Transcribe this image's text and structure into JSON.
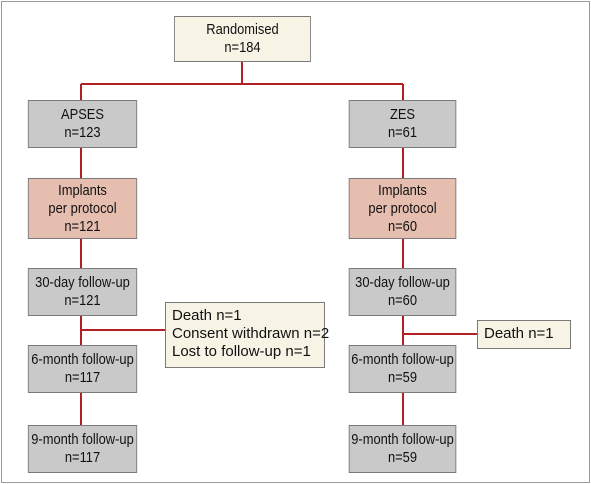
{
  "colors": {
    "connector": "#b21f24",
    "grey_box": "#c9c9c9",
    "pink_box": "#e6beb0",
    "cream_box": "#f7f4e6"
  },
  "root": {
    "line1": "Randomised",
    "line2": "n=184"
  },
  "left": {
    "group": {
      "line1": "APSES",
      "line2": "n=123"
    },
    "implants": {
      "line1": "Implants",
      "line2": "per protocol",
      "line3": "n=121"
    },
    "fu30": {
      "line1": "30-day follow-up",
      "line2": "n=121"
    },
    "fu6": {
      "line1": "6-month follow-up",
      "line2": "n=117"
    },
    "fu9": {
      "line1": "9-month follow-up",
      "line2": "n=117"
    },
    "losses": [
      "Death n=1",
      "Consent withdrawn n=2",
      "Lost to follow-up n=1"
    ]
  },
  "right": {
    "group": {
      "line1": "ZES",
      "line2": "n=61"
    },
    "implants": {
      "line1": "Implants",
      "line2": "per protocol",
      "line3": "n=60"
    },
    "fu30": {
      "line1": "30-day follow-up",
      "line2": "n=60"
    },
    "fu6": {
      "line1": "6-month follow-up",
      "line2": "n=59"
    },
    "fu9": {
      "line1": "9-month follow-up",
      "line2": "n=59"
    },
    "losses": [
      "Death n=1"
    ]
  }
}
